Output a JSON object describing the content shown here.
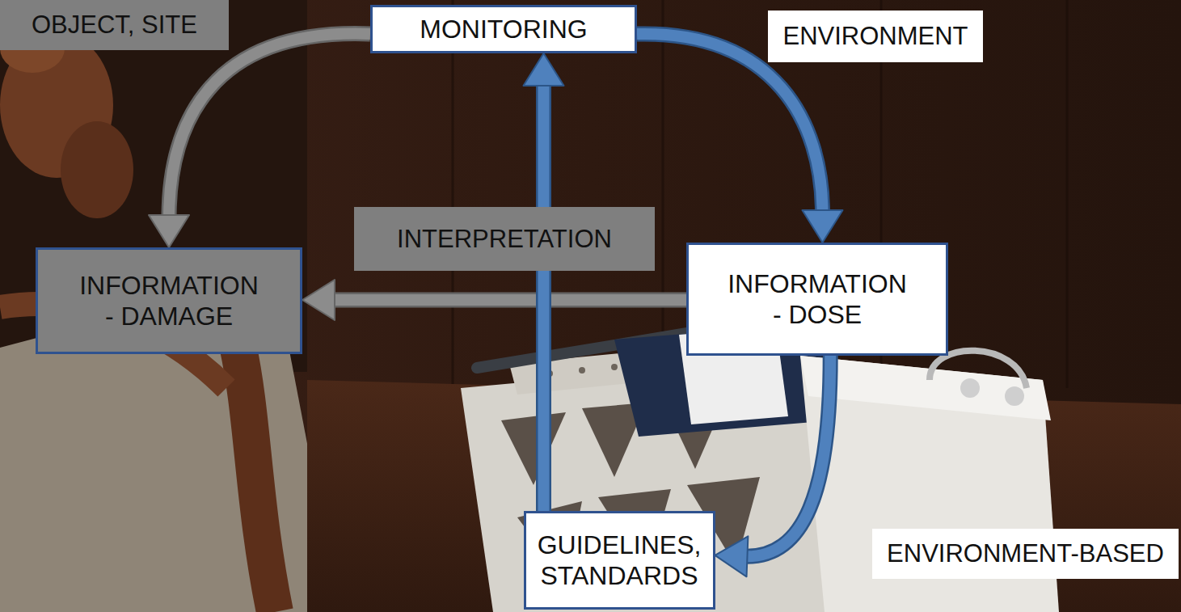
{
  "diagram": {
    "nodes": [
      {
        "text": [
          "MONITORING"
        ]
      },
      {
        "text": [
          "INFORMATION - DAMAGE"
        ]
      },
      {
        "text": [
          "INFORMATION - DOSE"
        ]
      },
      {
        "text": [
          "GUIDELINES, STANDARDS"
        ]
      }
    ],
    "edges": [
      {
        "from": 0,
        "to": 1,
        "arrow": "to",
        "label": "OBJECT, SITE"
      },
      {
        "from": 0,
        "to": 2,
        "arrow": "to",
        "label": "ENVIRONMENT"
      },
      {
        "from": 2,
        "to": 1,
        "arrow": "to",
        "label": "INTERPRETATION"
      },
      {
        "from": 2,
        "to": 3,
        "arrow": "to",
        "label": "ENVIRONMENT-BASED"
      },
      {
        "from": 3,
        "to": 0,
        "arrow": "to"
      }
    ]
  }
}
